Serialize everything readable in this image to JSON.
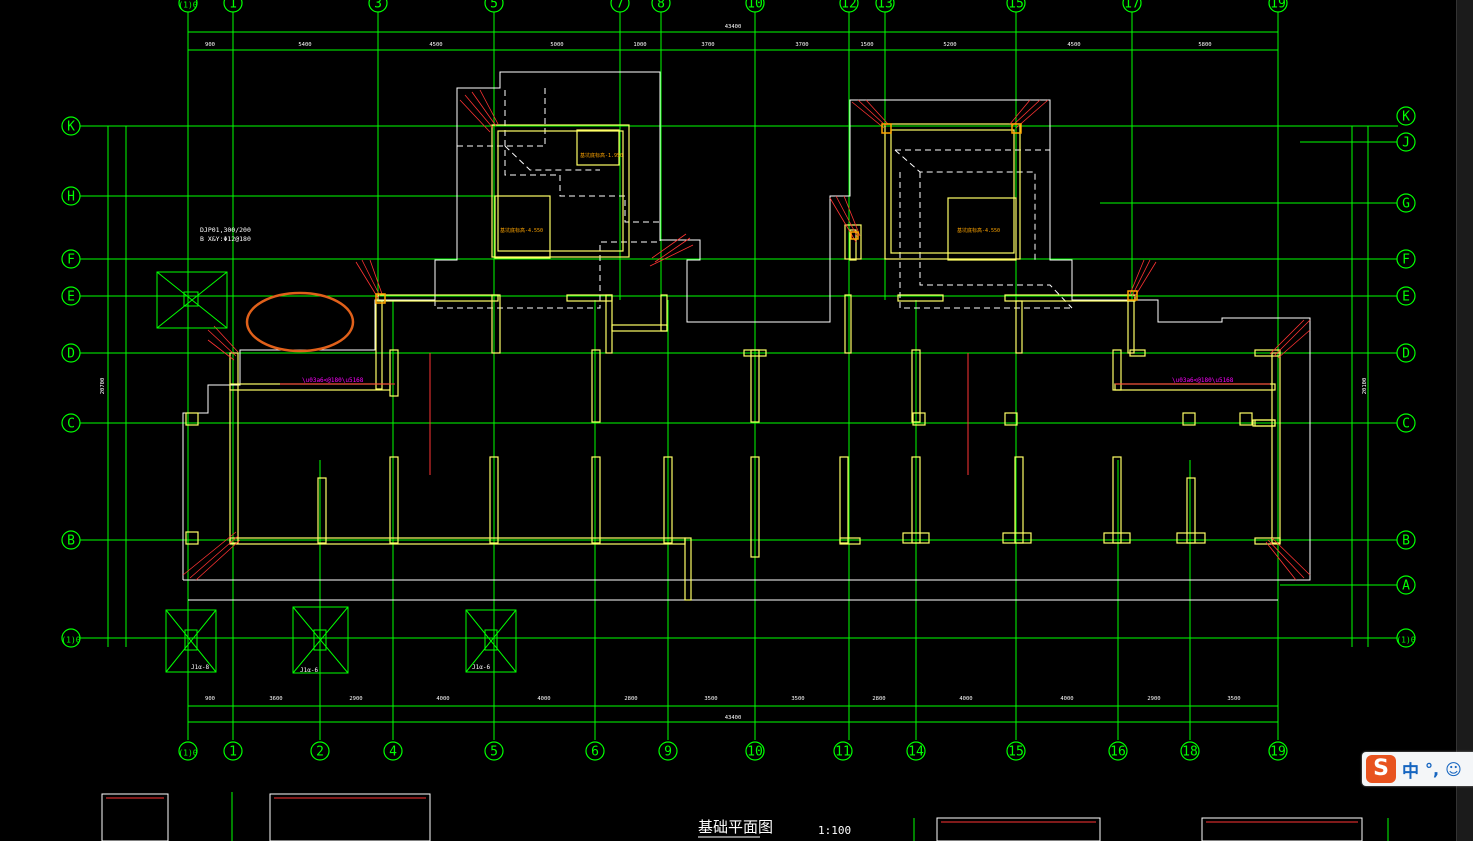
{
  "drawing": {
    "title": "基础平面图",
    "scale": "1:100",
    "colors": {
      "background": "#000000",
      "axis": "#00ff00",
      "wall": "#ffff66",
      "outline": "#ffffff",
      "hatch": "#ff3333",
      "dimension_magenta": "#ff00ff",
      "markup": "#e0601a"
    },
    "top_axes": [
      "(1)0",
      "1",
      "3",
      "5",
      "7",
      "8",
      "10",
      "12",
      "13",
      "15",
      "17",
      "19"
    ],
    "bottom_axes": [
      "(1)0",
      "1",
      "2",
      "4",
      "5",
      "6",
      "9",
      "10",
      "11",
      "14",
      "15",
      "16",
      "18",
      "19"
    ],
    "left_axes": [
      "K",
      "H",
      "F",
      "E",
      "D",
      "C",
      "B",
      "(1)0"
    ],
    "right_axes": [
      "K",
      "J",
      "G",
      "F",
      "E",
      "D",
      "C",
      "B",
      "A",
      "(1)0"
    ],
    "top_total": "43400",
    "bottom_total": "43400",
    "top_segments": [
      "900",
      "5400",
      "4500",
      "5000",
      "1000",
      "3700",
      "3700",
      "1500",
      "5200",
      "4500",
      "5800"
    ],
    "bottom_segments": [
      "900",
      "3600",
      "2900",
      "4000",
      "4000",
      "2800",
      "3500",
      "3500",
      "2800",
      "4000",
      "4000",
      "2900",
      "3500"
    ],
    "left_total": "20700",
    "right_total": "20100",
    "annotations": {
      "footing_note_1": "DJP01,300/200",
      "footing_note_2": "B X&Y:Φ12@180",
      "pit_label_left": "基坑底标高-4.550",
      "pit_label_right": "基坑底标高-4.550",
      "pit_label_top": "基坑底标高-1.950",
      "footing_tags": [
        "J1α-8",
        "J1α-6",
        "J1α-6"
      ]
    }
  },
  "ime": {
    "logo": "S",
    "label": "中",
    "punct": "°,",
    "emoji": "☺"
  }
}
